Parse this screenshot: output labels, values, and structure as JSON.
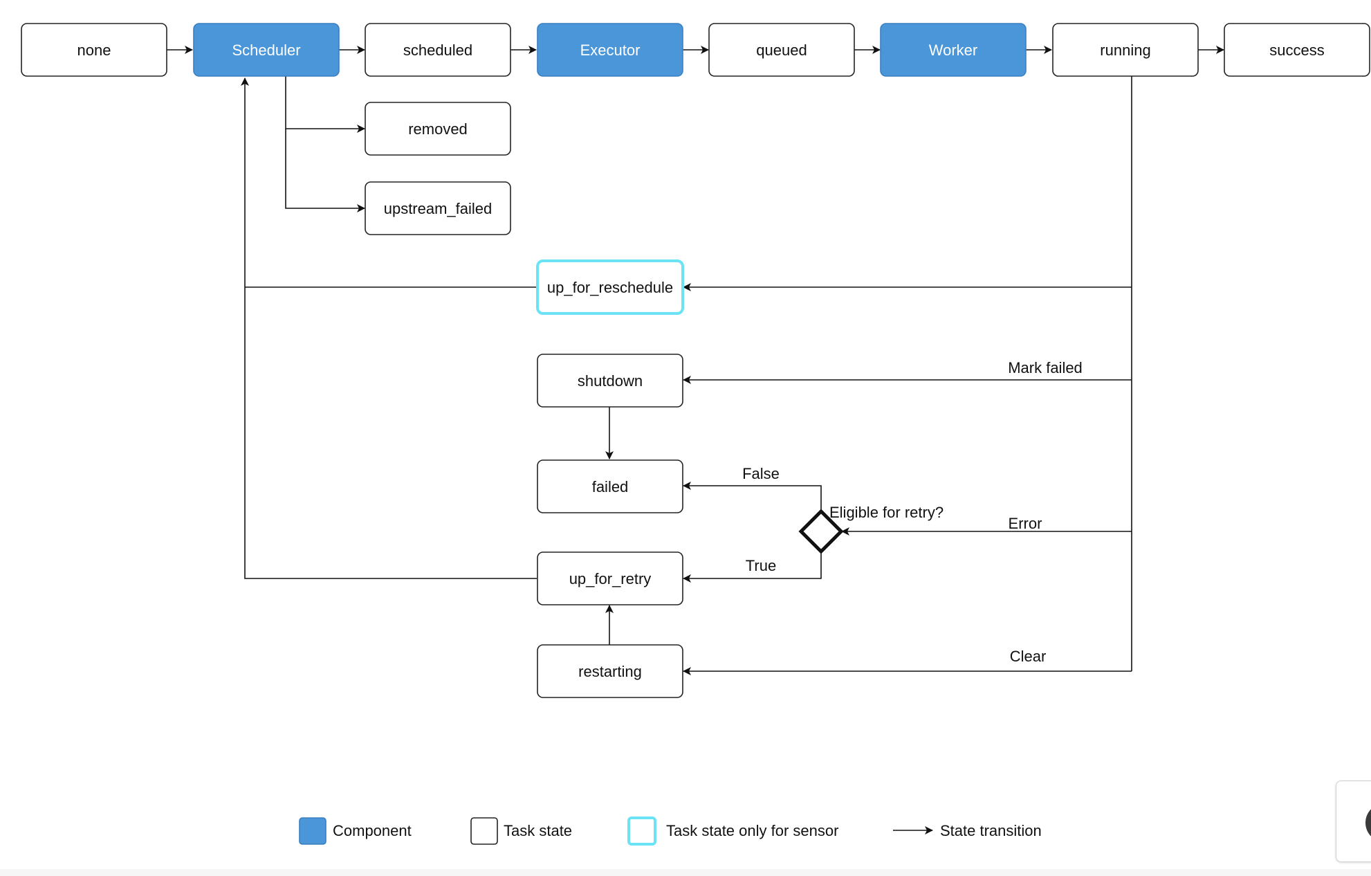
{
  "colors": {
    "component_fill": "#4a96d8",
    "component_stroke": "#3b7fc0",
    "state_stroke": "#222222",
    "sensor_stroke": "#6be3f5",
    "edge": "#111111"
  },
  "nodes": {
    "none": "none",
    "scheduler": "Scheduler",
    "scheduled": "scheduled",
    "executor": "Executor",
    "queued": "queued",
    "worker": "Worker",
    "running": "running",
    "success": "success",
    "removed": "removed",
    "upstream_failed": "upstream_failed",
    "up_for_reschedule": "up_for_reschedule",
    "shutdown": "shutdown",
    "failed": "failed",
    "up_for_retry": "up_for_retry",
    "restarting": "restarting"
  },
  "edge_labels": {
    "mark_failed": "Mark failed",
    "false": "False",
    "eligible_for_retry": "Eligible for retry?",
    "error": "Error",
    "true": "True",
    "clear": "Clear"
  },
  "legend": {
    "component": "Component",
    "task_state": "Task state",
    "sensor_state": "Task state only for sensor",
    "state_transition": "State transition"
  }
}
